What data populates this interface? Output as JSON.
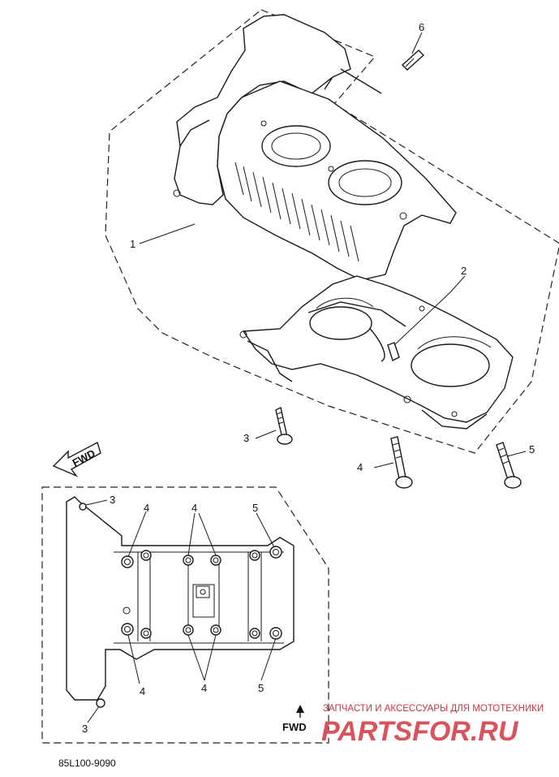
{
  "labels": {
    "part_1": "1",
    "part_2": "2",
    "part_3_bolt": "3",
    "part_4_bolt": "4",
    "part_5_bolt": "5",
    "part_6": "6",
    "inset_3_top": "3",
    "inset_4_top_left": "4",
    "inset_4_top_mid": "4",
    "inset_5_top": "5",
    "inset_4_bottom_left": "4",
    "inset_4_bottom_mid": "4",
    "inset_5_bottom": "5",
    "inset_3_bottom": "3"
  },
  "fwd_labels": {
    "main": "FWD",
    "inset": "FWD"
  },
  "diagram_code": "85L100-9090",
  "watermark": {
    "top_text": "ЗАПЧАСТИ И АКСЕССУАРЫ ДЛЯ МОТОТЕХНИКИ",
    "logo_text": "PARTSFOR.RU",
    "color": "#d9535d"
  }
}
